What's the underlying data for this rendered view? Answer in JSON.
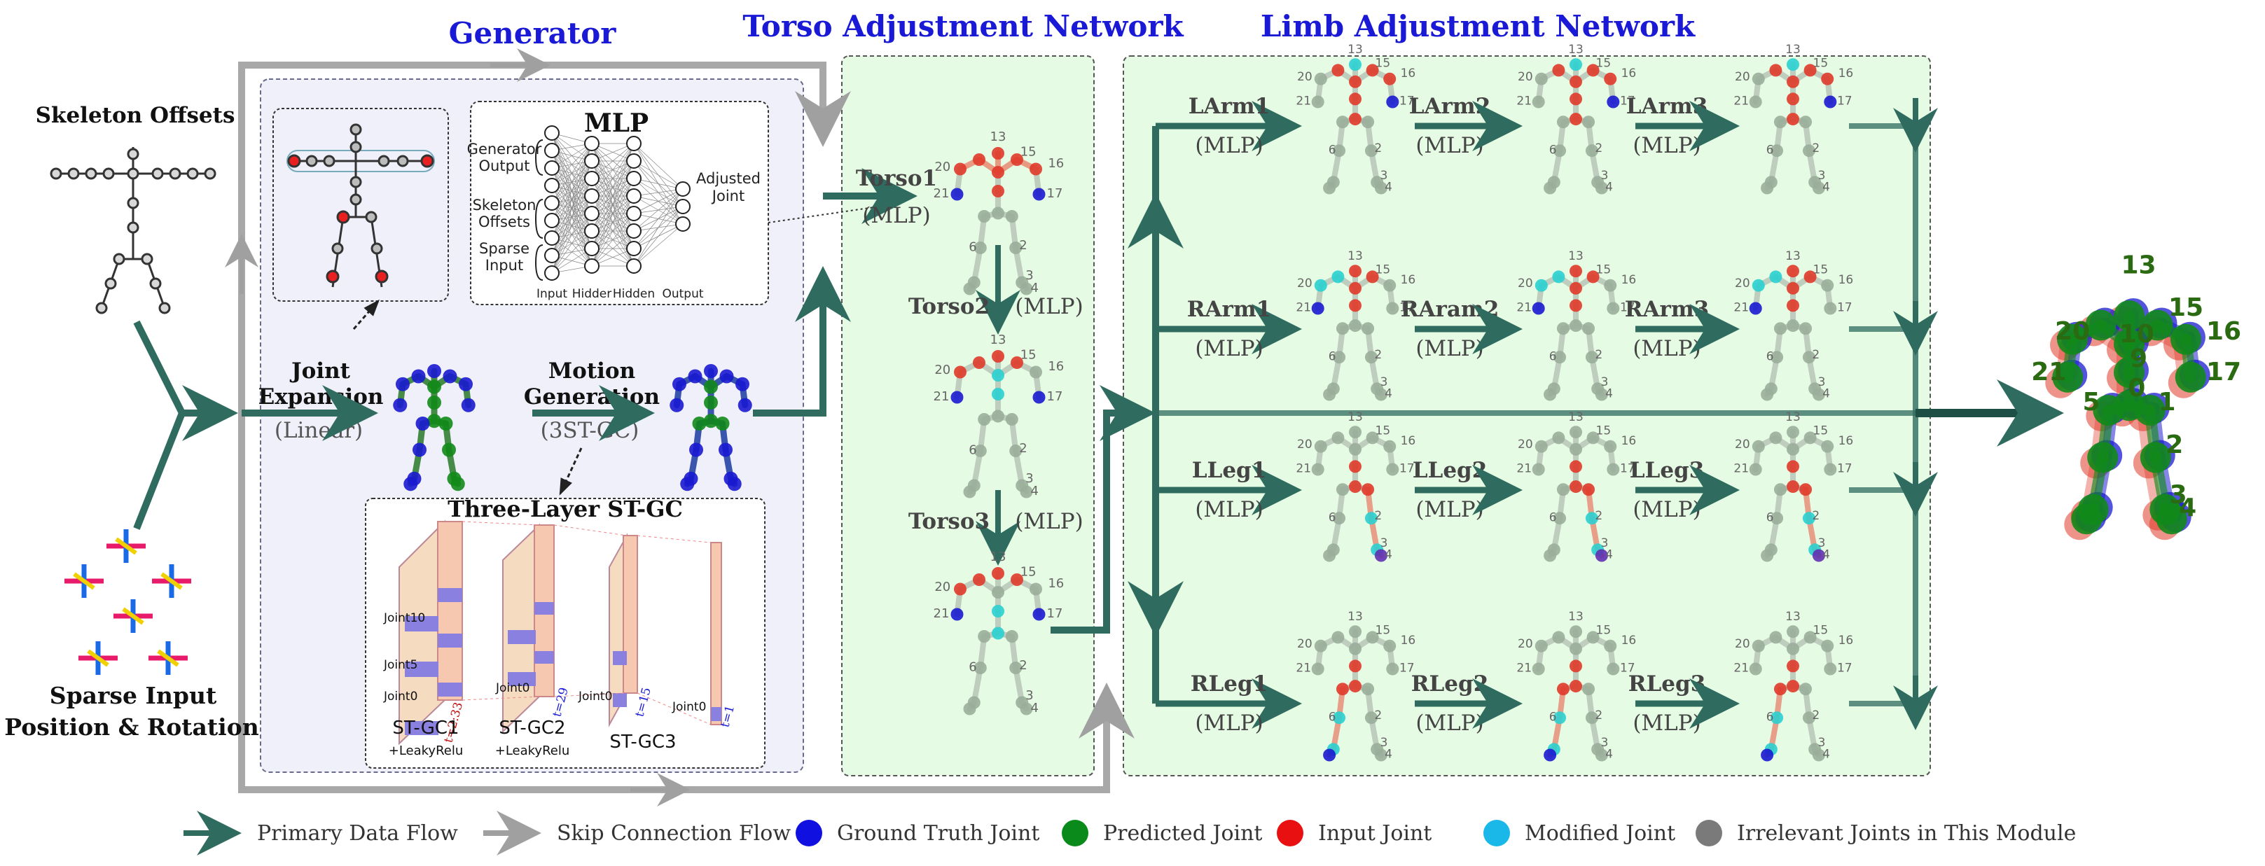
{
  "titles": {
    "generator": "Generator",
    "torso_network": "Torso Adjustment Network",
    "limb_network": "Limb Adjustment Network"
  },
  "inputs": {
    "skeleton_offsets": "Skeleton Offsets",
    "sparse_line1": "Sparse Input",
    "sparse_line2": "Position & Rotation"
  },
  "generator": {
    "joint_expansion_1": "Joint",
    "joint_expansion_2": "Expansion",
    "joint_expansion_3": "(Linear)",
    "motion_generation_1": "Motion",
    "motion_generation_2": "Generation",
    "motion_generation_3": "(3ST-GC)",
    "stgc_title": "Three-Layer ST-GC",
    "stgc1": "ST-GC1",
    "stgc1_act": "+LeakyRelu",
    "stgc2": "ST-GC2",
    "stgc2_act": "+LeakyRelu",
    "stgc3": "ST-GC3",
    "joint_labels": [
      "Joint10",
      "Joint5",
      "Joint0"
    ],
    "joint0_labels": [
      "Joint0",
      "Joint0",
      "Joint0"
    ],
    "t_labels": [
      "t=2:33",
      "t=29",
      "t=15",
      "t=1"
    ]
  },
  "mlp": {
    "title": "MLP",
    "in1": "Generator",
    "in1b": "Output",
    "in2": "Skeleton",
    "in2b": "Offsets",
    "in3": "Sparse",
    "in3b": "Input",
    "out1": "Adjusted",
    "out2": "Joint",
    "layers": [
      "Input",
      "Hidder",
      "Hidden",
      "Output"
    ]
  },
  "torso": {
    "t1": "Torso1",
    "t1m": "(MLP)",
    "t2": "Torso2",
    "t2m": "(MLP)",
    "t3": "Torso3",
    "t3m": "(MLP)"
  },
  "limbs": {
    "rows": [
      [
        "LArm1",
        "LArm2",
        "LArm3"
      ],
      [
        "RArm1",
        "RAram2",
        "RArm3"
      ],
      [
        "LLeg1",
        "LLeg2",
        "LLeg3"
      ],
      [
        "RLeg1",
        "RLeg2",
        "RLeg3"
      ]
    ],
    "mlp": "(MLP)"
  },
  "joint_numbers": {
    "torso_a": [
      "13",
      "15",
      "16",
      "17",
      "20",
      "21",
      "6",
      "2",
      "4",
      "3"
    ],
    "output": [
      "13",
      "15",
      "16",
      "17",
      "20",
      "21",
      "10",
      "9",
      "0",
      "1",
      "5",
      "2",
      "3",
      "4"
    ]
  },
  "legend": [
    {
      "label": "Primary Data Flow",
      "kind": "arrow",
      "color": "#2f6b5f"
    },
    {
      "label": "Skip Connection Flow",
      "kind": "arrow",
      "color": "#a0a0a0"
    },
    {
      "label": "Ground Truth Joint",
      "kind": "dot",
      "color": "#1010e0"
    },
    {
      "label": "Predicted Joint",
      "kind": "dot",
      "color": "#0a8a1a"
    },
    {
      "label": "Input Joint",
      "kind": "dot",
      "color": "#e81010"
    },
    {
      "label": "Modified Joint",
      "kind": "dot",
      "color": "#1ab8e8"
    },
    {
      "label": "Irrelevant Joints in This Module",
      "kind": "dot",
      "color": "#7a7a7a"
    }
  ],
  "colors": {
    "title_blue": "#1a1ad6",
    "primary_flow": "#2f6b5f",
    "skip_flow": "#a8a8a8",
    "green_panel": "#e6fbe3",
    "gen_panel": "#f0f0fb",
    "gray_joint": "#8a9a8a",
    "red_joint": "#e03a2a",
    "cyan_joint": "#2ad0d0",
    "blue_joint": "#1a1ad0",
    "green_joint": "#128a1a"
  }
}
